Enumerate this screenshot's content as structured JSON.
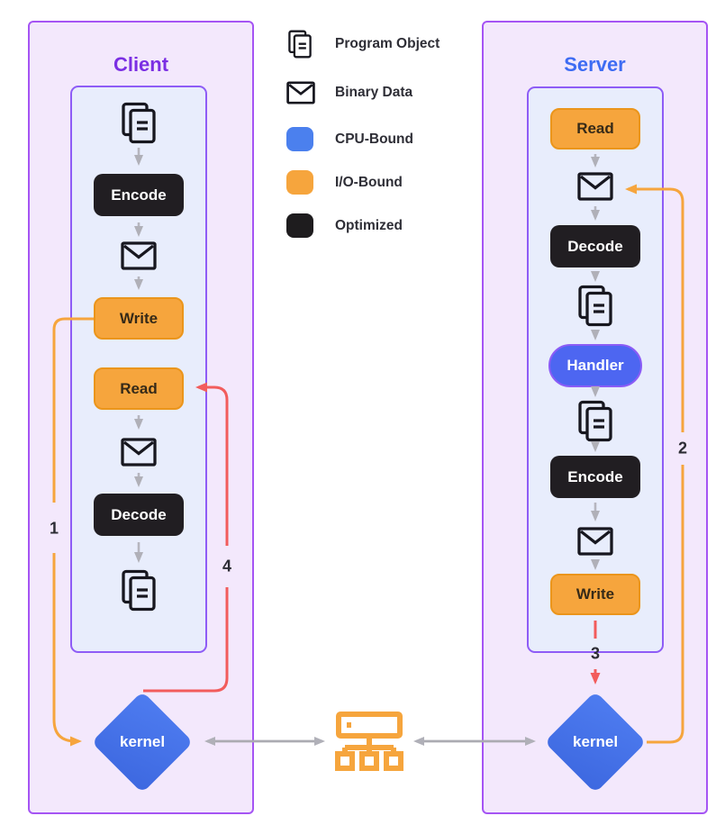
{
  "client": {
    "title": "Client",
    "encode": "Encode",
    "write": "Write",
    "read": "Read",
    "decode": "Decode",
    "kernel": "kernel"
  },
  "server": {
    "title": "Server",
    "read": "Read",
    "decode": "Decode",
    "handler": "Handler",
    "encode": "Encode",
    "write": "Write",
    "kernel": "kernel"
  },
  "legend": {
    "items": [
      {
        "label": "Program Object",
        "icon": "program-object-icon"
      },
      {
        "label": "Binary Data",
        "icon": "binary-data-icon"
      },
      {
        "label": "CPU-Bound",
        "icon": "cpu-bound-swatch",
        "color": "#4b80ee"
      },
      {
        "label": "I/O-Bound",
        "icon": "io-bound-swatch",
        "color": "#f6a53d"
      },
      {
        "label": "Optimized",
        "icon": "optimized-swatch",
        "color": "#1e1c1e"
      }
    ]
  },
  "steps": {
    "client_write_to_kernel": "1",
    "server_kernel_to_data": "2",
    "server_write_to_kernel": "3",
    "client_kernel_to_read": "4"
  },
  "colors": {
    "client_title": "#7b2fe3",
    "server_title": "#3e6cf3",
    "panel_border": "#a554f4",
    "inner_panel_border": "#8e5cf6",
    "outer_panel_bg": "#f3e8fc",
    "inner_panel_bg": "#e8edfc",
    "cpu_bound_blue": "#4b80ee",
    "io_bound_orange": "#f6a53d",
    "optimized_black": "#1e1c1e",
    "kernel_blue": "#4271e8",
    "handler_blue": "#4d66f1",
    "line_orange": "#f6a53d",
    "line_red": "#f25c5c",
    "line_gray": "#b6b6bf"
  }
}
